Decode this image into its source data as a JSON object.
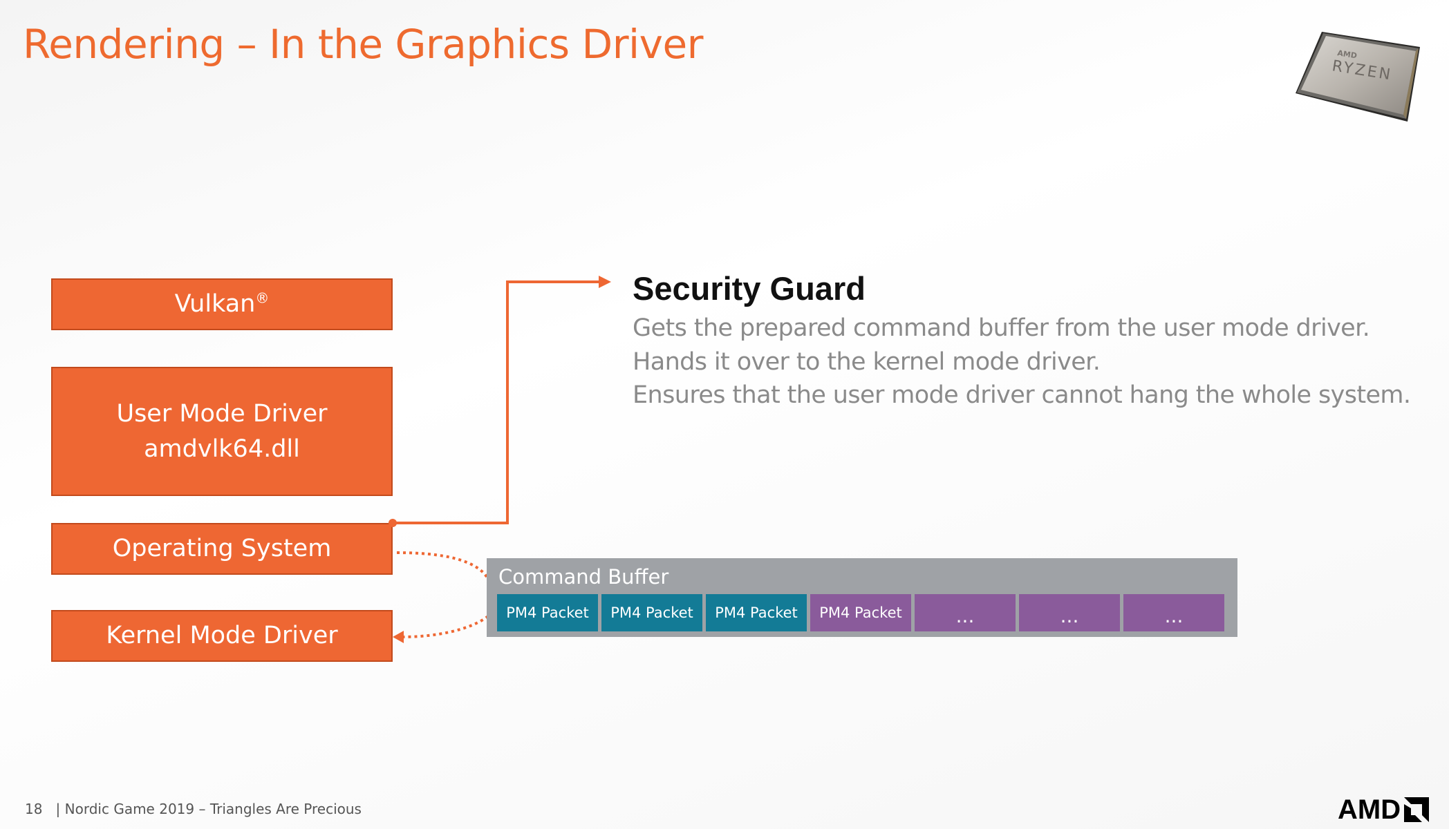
{
  "title": "Rendering – In the Graphics Driver",
  "chip_logo": {
    "brand": "AMD",
    "name": "RYZEN"
  },
  "stack": {
    "vulkan": {
      "label": "Vulkan",
      "mark": "®"
    },
    "user_mode_driver": {
      "line1": "User Mode Driver",
      "line2": "amdvlk64.dll"
    },
    "operating_system": {
      "label": "Operating System"
    },
    "kernel_mode_driver": {
      "label": "Kernel Mode Driver"
    }
  },
  "security_guard": {
    "title": "Security Guard",
    "lines": [
      "Gets the prepared command buffer from the user mode driver.",
      "Hands it over to the kernel mode driver.",
      "Ensures that the user mode driver cannot hang the whole system."
    ]
  },
  "command_buffer": {
    "label": "Command Buffer",
    "packets": [
      "PM4 Packet",
      "PM4 Packet",
      "PM4 Packet",
      "PM4 Packet",
      "...",
      "...",
      "..."
    ]
  },
  "colors": {
    "accent": "#ee6733",
    "teal": "#137b96",
    "purple": "#8a5b9b",
    "buffer_gray": "#9fa2a6"
  },
  "footer": {
    "page": "18",
    "separator": "|",
    "text": "Nordic Game 2019 – Triangles Are Precious"
  },
  "logo": {
    "text": "AMD",
    "icon": "amd-arrow-icon"
  }
}
